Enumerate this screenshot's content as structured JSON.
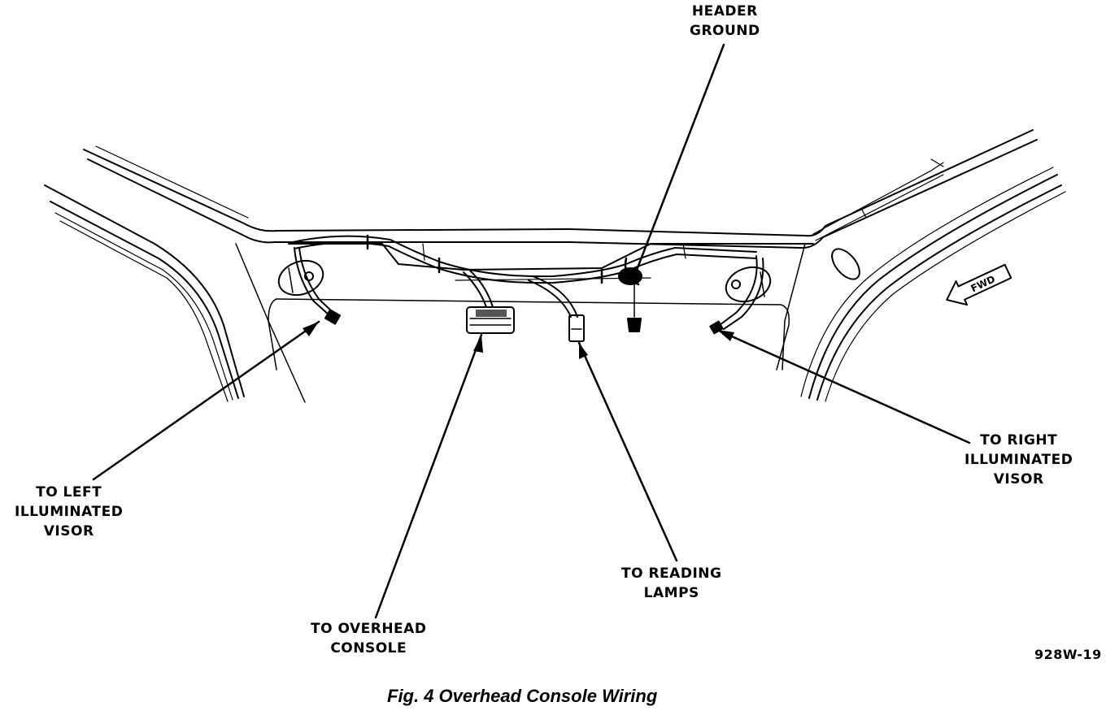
{
  "labels": {
    "header_ground": [
      "HEADER",
      "GROUND"
    ],
    "left_visor": [
      "TO LEFT",
      "ILLUMINATED",
      "VISOR"
    ],
    "right_visor": [
      "TO RIGHT",
      "ILLUMINATED",
      "VISOR"
    ],
    "overhead_console": [
      "TO OVERHEAD",
      "CONSOLE"
    ],
    "reading_lamps": [
      "TO READING",
      "LAMPS"
    ],
    "fwd_arrow": "FWD"
  },
  "figure_code": "928W-19",
  "caption": "Fig. 4 Overhead Console Wiring",
  "colors": {
    "line": "#000000",
    "background": "#ffffff"
  }
}
